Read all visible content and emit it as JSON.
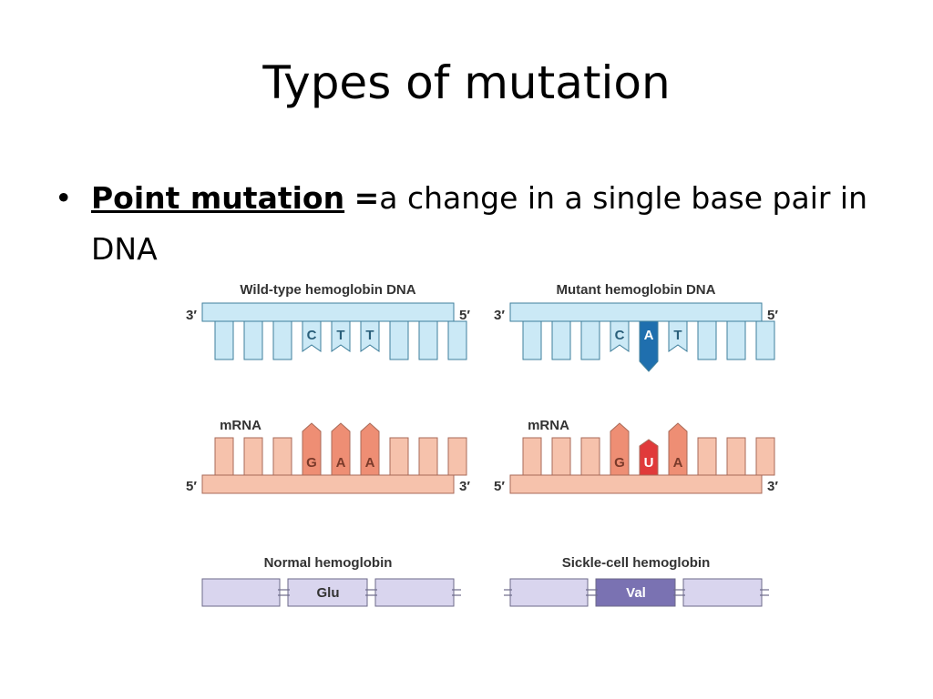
{
  "slide": {
    "title": "Types of mutation",
    "bullet": {
      "term": "Point mutation",
      "equals": "=",
      "definition": "a change in a single base pair in DNA"
    }
  },
  "diagram": {
    "wildtype": {
      "dna_title": "Wild-type hemoglobin DNA",
      "dna_bases": [
        "C",
        "T",
        "T"
      ],
      "mrna_label": "mRNA",
      "mrna_bases": [
        "G",
        "A",
        "A"
      ],
      "protein_title": "Normal hemoglobin",
      "amino_acid": "Glu"
    },
    "mutant": {
      "dna_title": "Mutant hemoglobin DNA",
      "dna_bases": [
        "C",
        "A",
        "T"
      ],
      "mrna_label": "mRNA",
      "mrna_bases": [
        "G",
        "U",
        "A"
      ],
      "protein_title": "Sickle-cell hemoglobin",
      "amino_acid": "Val"
    },
    "strand_ends": {
      "dna_left": "3′",
      "dna_right": "5′",
      "mrna_left": "5′",
      "mrna_right": "3′"
    },
    "colors": {
      "dna_fill": "#cbe9f6",
      "dna_stroke": "#3f7f9c",
      "dna_mutant": "#1f6fae",
      "mrna_fill": "#f6c2ac",
      "mrna_stroke": "#a86a58",
      "mrna_highlight": "#ee8e74",
      "mrna_mutant": "#e03a3a",
      "protein_fill": "#d9d5ee",
      "protein_stroke": "#6d6a8a",
      "protein_mutant": "#7a72b2"
    }
  }
}
